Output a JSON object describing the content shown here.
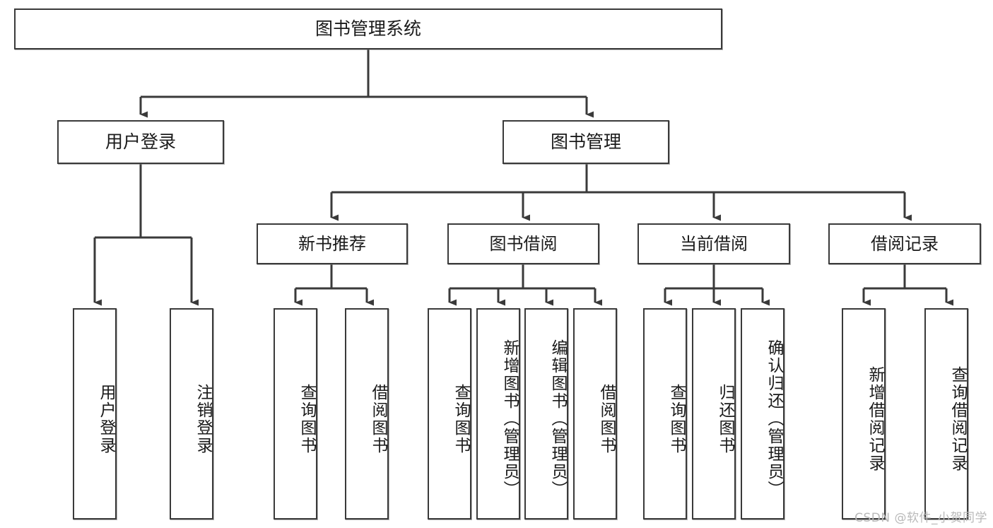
{
  "diagram": {
    "type": "tree-hierarchy-chart",
    "title": "图书管理系统",
    "colors": {
      "box_border": "#3a3a3a",
      "box_fill": "#ffffff",
      "connector": "#3a3a3a",
      "text": "#1a1a1a",
      "watermark": "#b9b9b9",
      "canvas": "#ffffff"
    },
    "root": {
      "label": "图书管理系统"
    },
    "level2": [
      {
        "label": "用户登录"
      },
      {
        "label": "图书管理"
      }
    ],
    "level3": [
      {
        "label": "新书推荐"
      },
      {
        "label": "图书借阅"
      },
      {
        "label": "当前借阅"
      },
      {
        "label": "借阅记录"
      }
    ],
    "leaves": {
      "user_login": [
        {
          "label": "用户登录"
        },
        {
          "label": "注销登录"
        }
      ],
      "new_book_recommend": [
        {
          "label": "查询图书"
        },
        {
          "label": "借阅图书"
        }
      ],
      "book_borrow": [
        {
          "label": "查询图书"
        },
        {
          "label": "新增图书（管理员）"
        },
        {
          "label": "编辑图书（管理员）"
        },
        {
          "label": "借阅图书"
        }
      ],
      "current_borrow": [
        {
          "label": "查询图书"
        },
        {
          "label": "归还图书"
        },
        {
          "label": "确认归还（管理员）"
        }
      ],
      "borrow_record": [
        {
          "label": "新增借阅记录"
        },
        {
          "label": "查询借阅记录"
        }
      ]
    }
  },
  "watermark": {
    "text": "CSDN @软件_小贺同学"
  }
}
